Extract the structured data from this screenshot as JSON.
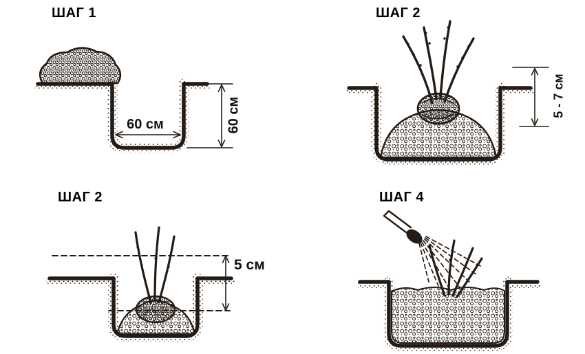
{
  "colors": {
    "background": "#ffffff",
    "ink": "#241b15",
    "text": "#111111"
  },
  "steps": [
    {
      "title": "ШАГ 1",
      "width_label": "60 см",
      "depth_label": "60 см"
    },
    {
      "title": "ШАГ 2",
      "depth_label": "5 - 7 см"
    },
    {
      "title": "ШАГ 2",
      "depth_label": "5 см"
    },
    {
      "title": "ШАГ 4"
    }
  ]
}
